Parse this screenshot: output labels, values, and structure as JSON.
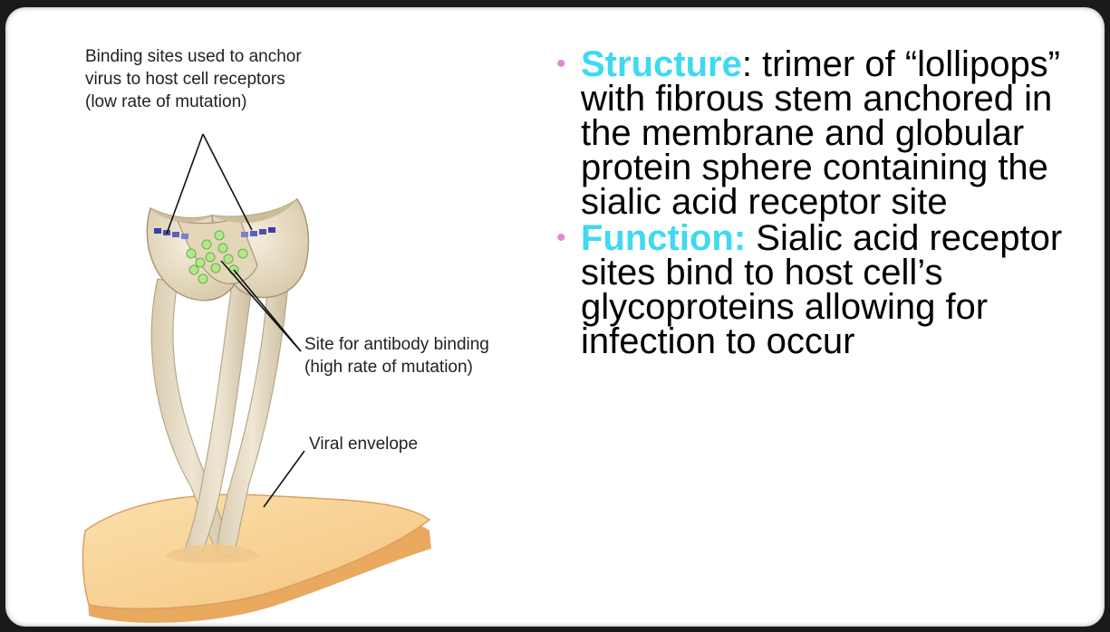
{
  "figure": {
    "labels": {
      "binding_sites": "Binding sites used to anchor\nvirus to host cell receptors\n(low rate of mutation)",
      "antibody_site": "Site for antibody binding\n(high rate of mutation)",
      "viral_envelope": "Viral envelope"
    }
  },
  "bullets": [
    {
      "term": "Structure",
      "text": ": trimer of “lollipops” with fibrous stem anchored in the membrane and globular protein sphere containing the sialic acid receptor site"
    },
    {
      "term": "Function:",
      "text": " Sialic acid receptor sites bind to host cell’s glycoproteins allowing for infection to occur"
    }
  ],
  "colors": {
    "term": "#3fd9f2",
    "bullet_dot": "#e08ad6",
    "protein": "#e9dfc8",
    "envelope": "#f6c98a",
    "receptor": "#4a4fb0",
    "antibody_dots": "#a8e07a"
  }
}
